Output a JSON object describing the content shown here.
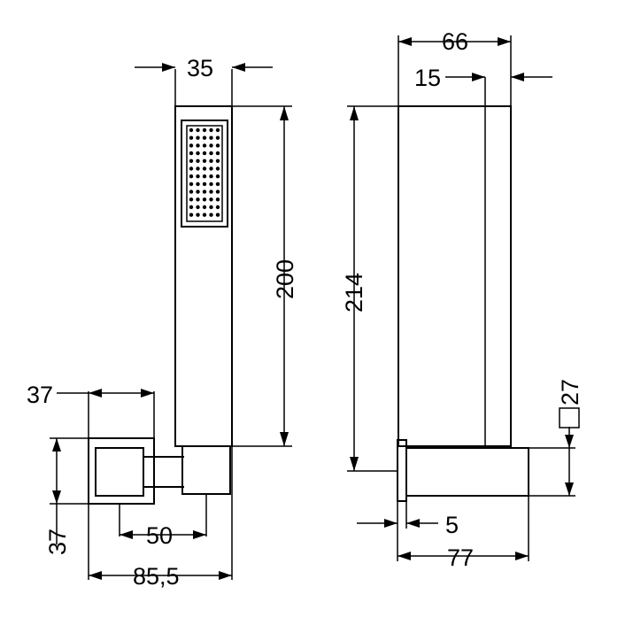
{
  "drawing": {
    "front_view": {
      "width": "35",
      "height": "200",
      "holder_width": "37",
      "holder_height": "37",
      "holder_offset": "50",
      "total_depth": "85,5"
    },
    "side_view": {
      "top_width": "66",
      "handle_thickness": "15",
      "total_height": "214",
      "square_size": "27",
      "flange_thickness": "5",
      "total_depth": "77"
    }
  },
  "icons": [
    "square-section-icon"
  ]
}
